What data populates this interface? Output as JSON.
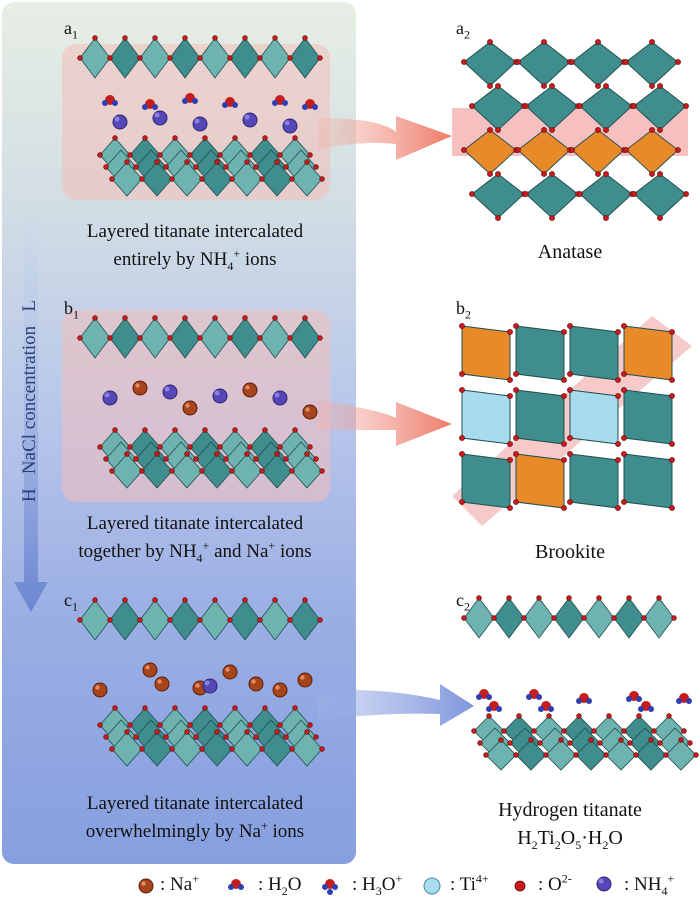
{
  "panels": {
    "a1": {
      "tag_main": "a",
      "tag_sub": "1",
      "caption_line1": "Layered titanate intercalated",
      "caption_line2_pre": "entirely by NH",
      "caption_line2_sub": "4",
      "caption_line2_sup": "+",
      "caption_line2_post": " ions"
    },
    "b1": {
      "tag_main": "b",
      "tag_sub": "1",
      "caption_line1": "Layered titanate intercalated",
      "caption_line2_pre": "together by NH",
      "caption_line2_sub": "4",
      "caption_line2_sup": "+",
      "caption_line2_mid": " and Na",
      "caption_line2_sup2": "+",
      "caption_line2_post": " ions"
    },
    "c1": {
      "tag_main": "c",
      "tag_sub": "1",
      "caption_line1": "Layered titanate intercalated",
      "caption_line2_pre": "overwhelmingly by Na",
      "caption_line2_sup": "+",
      "caption_line2_post": " ions"
    },
    "a2": {
      "tag_main": "a",
      "tag_sub": "2",
      "caption": "Anatase"
    },
    "b2": {
      "tag_main": "b",
      "tag_sub": "2",
      "caption": "Brookite"
    },
    "c2": {
      "tag_main": "c",
      "tag_sub": "2",
      "caption_line1": "Hydrogen titanate",
      "formula_h": "H",
      "formula_h_sub": "2",
      "formula_ti": "Ti",
      "formula_ti_sub": "2",
      "formula_o": "O",
      "formula_o_sub": "5",
      "formula_rest": "·H",
      "formula_rest_sub": "2",
      "formula_end": "O"
    }
  },
  "axis": {
    "high": "H",
    "label": "NaCl concentration",
    "low": "L"
  },
  "legend": {
    "na": {
      "text": ": Na",
      "sup": "+"
    },
    "h2o": {
      "text": ": H",
      "sub": "2",
      "end": "O"
    },
    "h3o": {
      "text": ": H",
      "sub": "3",
      "end": "O",
      "sup": "+"
    },
    "ti": {
      "text": ": Ti",
      "sup": "4+"
    },
    "o": {
      "text": ": O",
      "sup": "2-"
    },
    "nh4": {
      "text": ": NH",
      "sub": "4",
      "sup": "+"
    }
  },
  "colors": {
    "octahedron": "#3f8d8c",
    "octahedron_light": "#6fb3b1",
    "orange": "#e98a2a",
    "oxygen": "#c81b1b",
    "sodium": "#a8441c",
    "ammonium": "#5448b8",
    "ti_ion": "#a6dcee",
    "arrow": "#ee8a78",
    "arrow_blue": "#8aa0e0"
  }
}
